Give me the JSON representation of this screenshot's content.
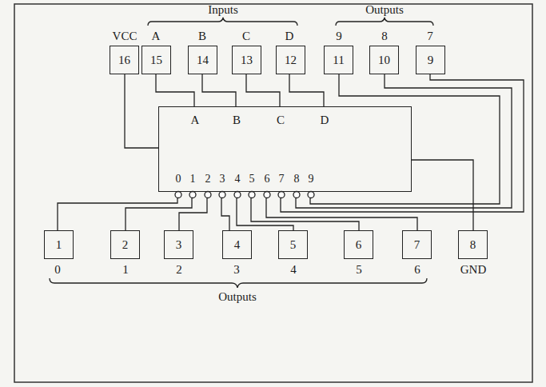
{
  "diagram": {
    "nodes": [
      {
        "text": [
          "16"
        ]
      },
      {
        "text": [
          "15"
        ]
      },
      {
        "text": [
          "14"
        ]
      },
      {
        "text": [
          "13"
        ]
      },
      {
        "text": [
          "12"
        ]
      },
      {
        "text": [
          "11"
        ]
      },
      {
        "text": [
          "10"
        ]
      },
      {
        "text": [
          "9"
        ]
      },
      {
        "text": [
          "A",
          "B",
          "C",
          "D",
          "0",
          "1",
          "2",
          "3",
          "4",
          "5",
          "6",
          "7",
          "8",
          "9"
        ]
      },
      {
        "text": [
          "1"
        ]
      },
      {
        "text": [
          "2"
        ]
      },
      {
        "text": [
          "3"
        ]
      },
      {
        "text": [
          "4"
        ]
      },
      {
        "text": [
          "5"
        ]
      },
      {
        "text": [
          "6"
        ]
      },
      {
        "text": [
          "7"
        ]
      },
      {
        "text": [
          "8"
        ]
      }
    ],
    "edges": [
      {
        "from": 0,
        "to": 8,
        "arrow": "none"
      },
      {
        "from": 1,
        "to": 8,
        "arrow": "none"
      },
      {
        "from": 2,
        "to": 8,
        "arrow": "none"
      },
      {
        "from": 3,
        "to": 8,
        "arrow": "none"
      },
      {
        "from": 4,
        "to": 8,
        "arrow": "none"
      },
      {
        "from": 8,
        "to": 5,
        "arrow": "none"
      },
      {
        "from": 8,
        "to": 6,
        "arrow": "none"
      },
      {
        "from": 8,
        "to": 7,
        "arrow": "none"
      },
      {
        "from": 8,
        "to": 9,
        "arrow": "none"
      },
      {
        "from": 8,
        "to": 10,
        "arrow": "none"
      },
      {
        "from": 8,
        "to": 11,
        "arrow": "none"
      },
      {
        "from": 8,
        "to": 12,
        "arrow": "none"
      },
      {
        "from": 8,
        "to": 13,
        "arrow": "none"
      },
      {
        "from": 8,
        "to": 14,
        "arrow": "none"
      },
      {
        "from": 8,
        "to": 15,
        "arrow": "none"
      },
      {
        "from": 16,
        "to": 8,
        "arrow": "none"
      }
    ],
    "labels": [
      "Inputs",
      "Outputs",
      "VCC",
      "A",
      "B",
      "C",
      "D",
      "9",
      "8",
      "7",
      "0",
      "1",
      "2",
      "3",
      "4",
      "5",
      "6",
      "GND",
      "Outputs"
    ]
  }
}
